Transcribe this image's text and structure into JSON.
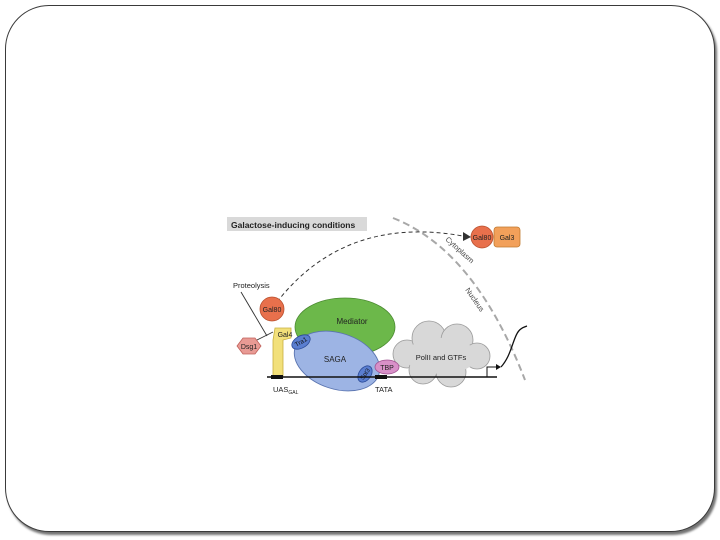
{
  "figure": {
    "heading": "Galactose-inducing conditions",
    "labels": {
      "proteolysis": "Proteolysis",
      "gal80_nucleus": "Gal80",
      "gal80_cytoplasm": "Gal80",
      "gal3": "Gal3",
      "gal4": "Gal4",
      "dsg1": "Dsg1",
      "mediator": "Mediator",
      "tra1": "Tra1",
      "saga": "SAGA",
      "spt3": "Spt3",
      "tbp": "TBP",
      "pol2_gtfs": "PolII and GTFs",
      "uas": "UAS",
      "uas_sub": "GAL",
      "tata": "TATA",
      "cytoplasm": "Cytoplasm",
      "nucleus": "Nucleus"
    },
    "colors": {
      "gal80": "#e8704c",
      "gal3": "#f2a05a",
      "gal4": "#f2e07a",
      "mediator": "#6cb84a",
      "saga": "#9db4e4",
      "tbp": "#d890c8",
      "dsg1": "#e89a94",
      "cloud": "#d8d8d8",
      "heading_bg": "#d9d9d9"
    }
  }
}
